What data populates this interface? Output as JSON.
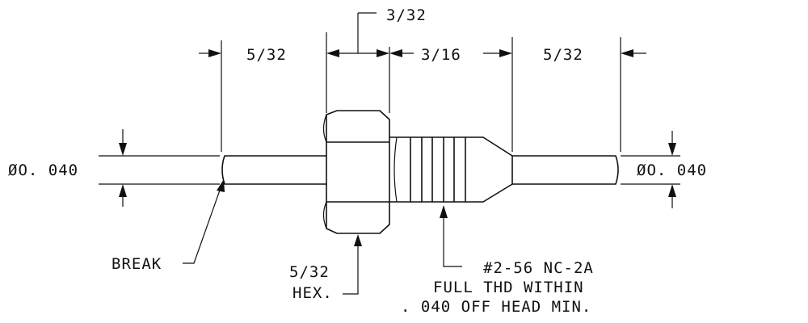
{
  "dimensions": {
    "top_hex_width": "3/32",
    "left_pin_length": "5/32",
    "thread_length": "3/16",
    "right_pin_length": "5/32",
    "left_diameter": "ØO. 040",
    "right_diameter": "ØO. 040"
  },
  "callouts": {
    "break": "BREAK",
    "hex_size": "5/32",
    "hex_label": "HEX.",
    "thread_line1": "#2-56 NC-2A",
    "thread_line2": "FULL THD WITHIN",
    "thread_line3": ". 040 OFF HEAD MIN."
  }
}
